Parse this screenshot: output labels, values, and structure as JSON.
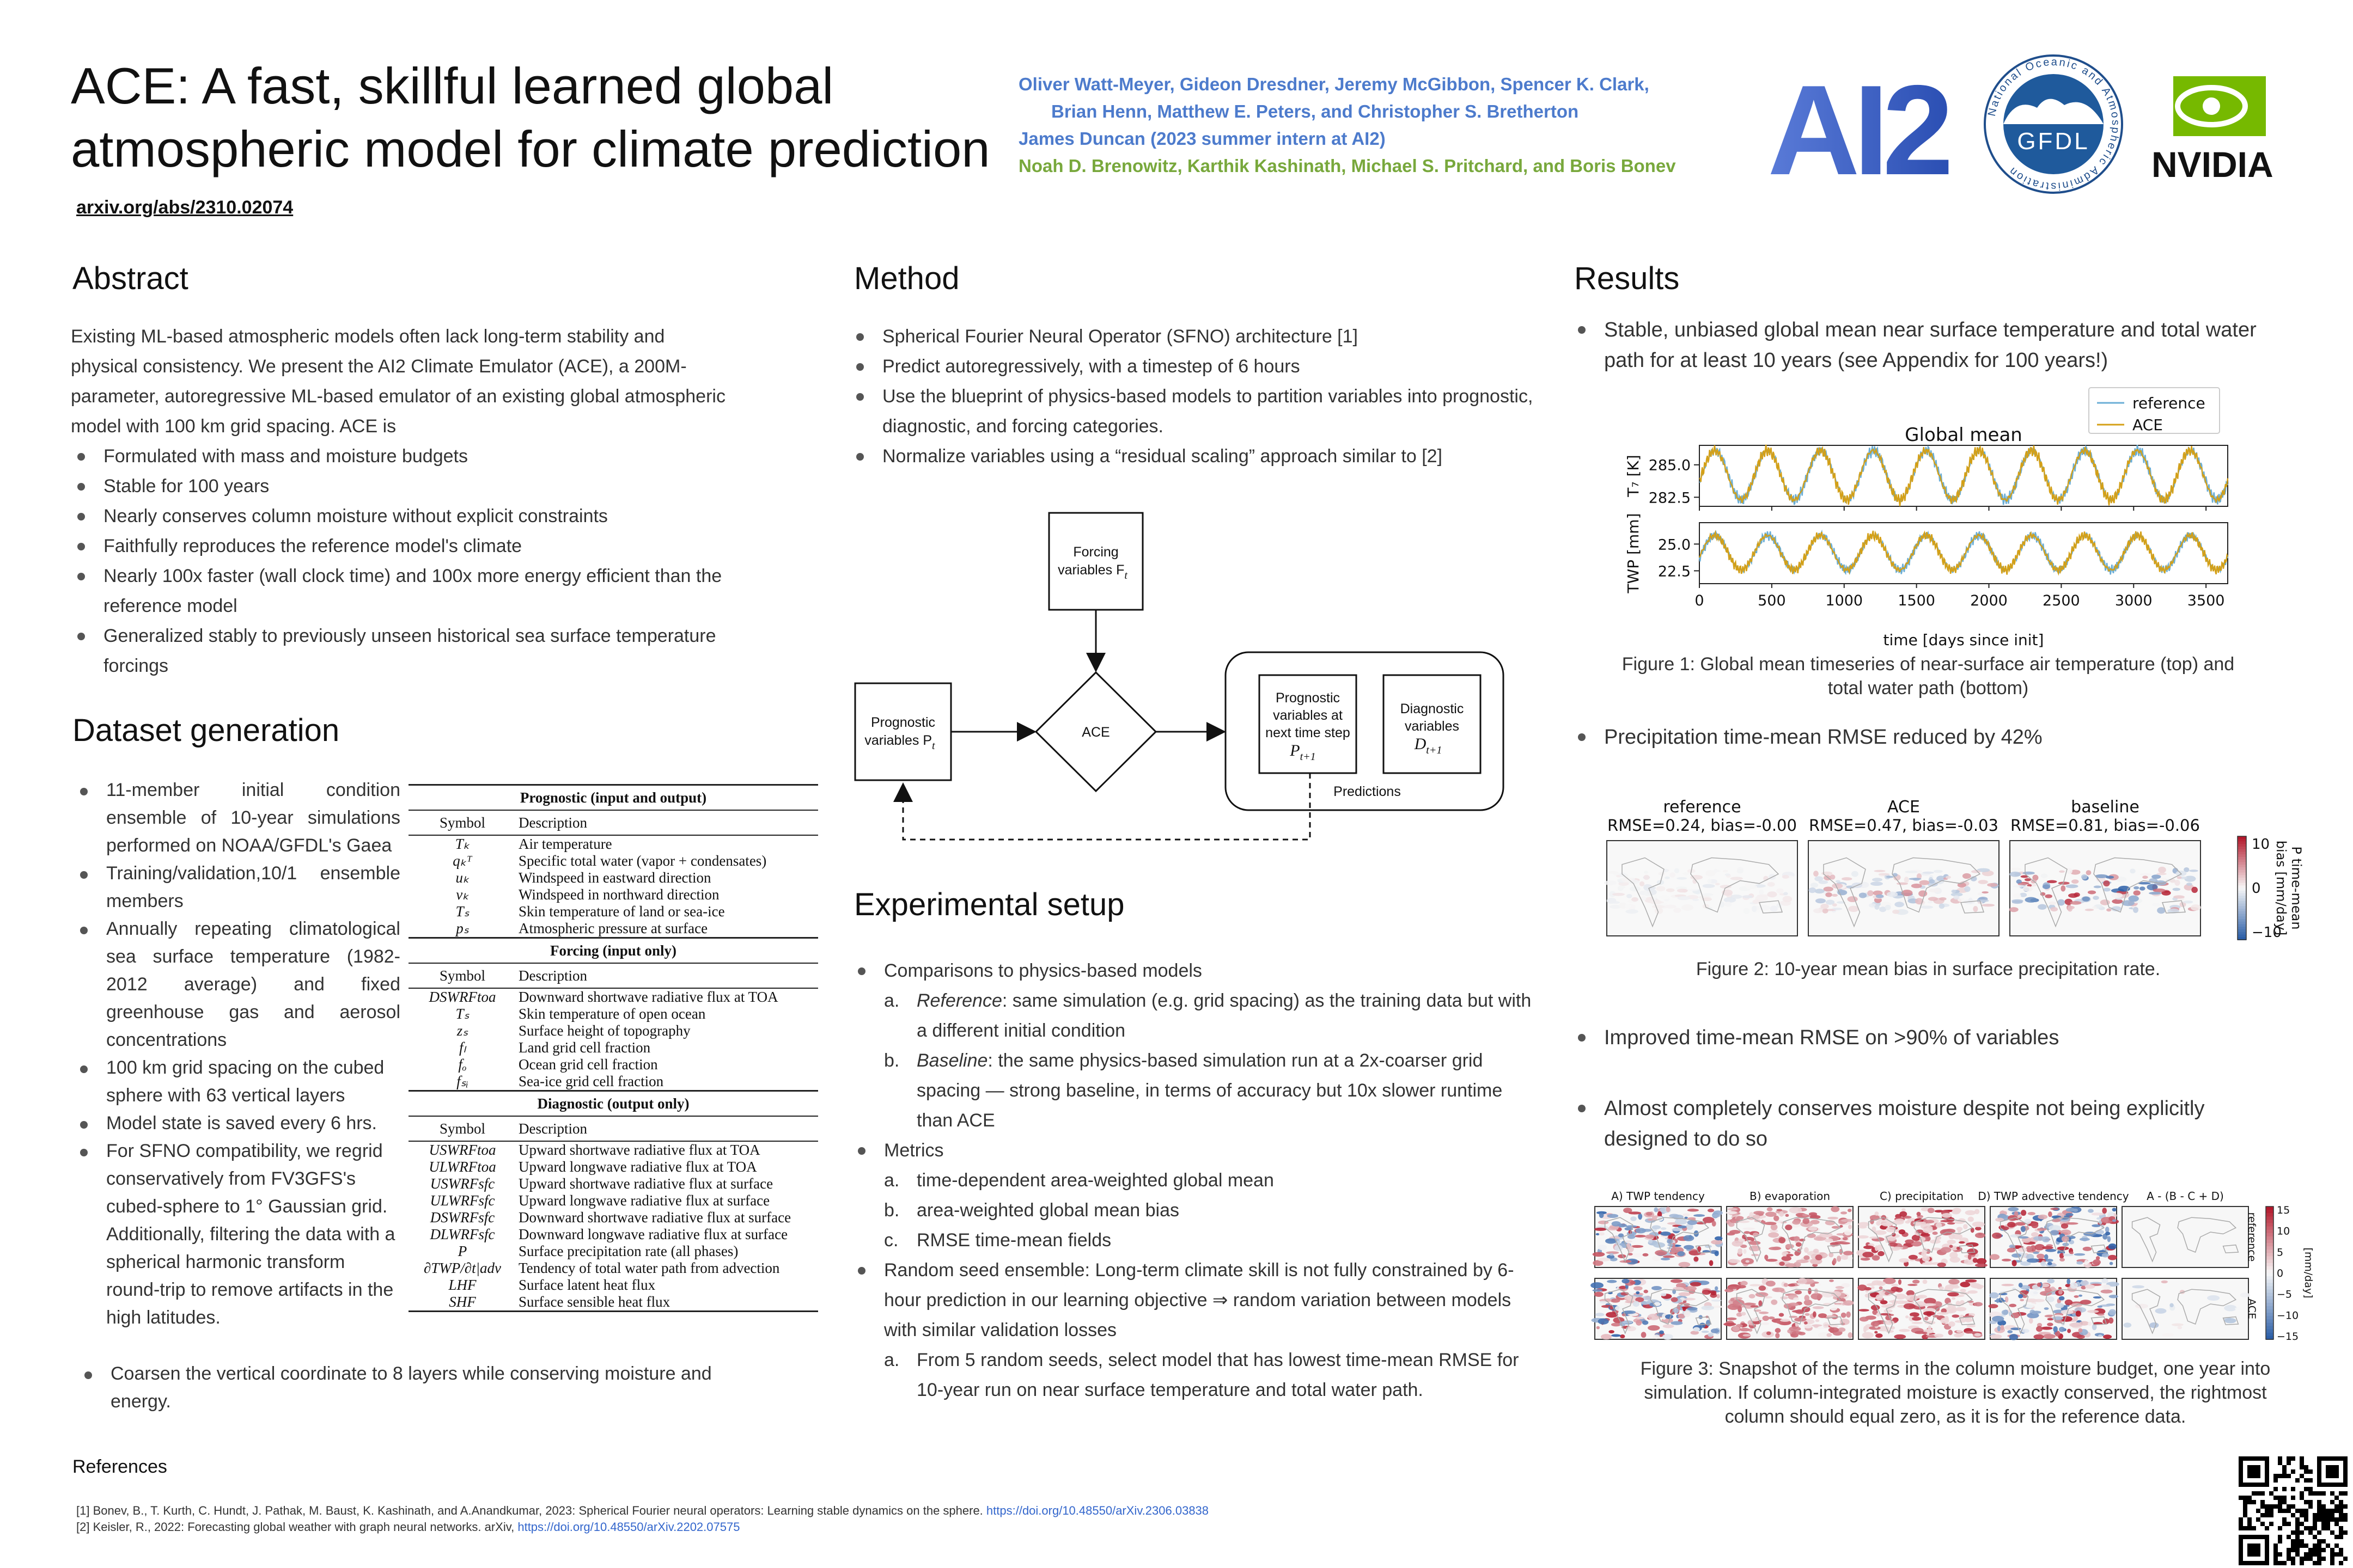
{
  "header": {
    "title_line1": "ACE: A fast, skillful learned global",
    "title_line2": "atmospheric model for climate prediction",
    "arxiv_link": "arxiv.org/abs/2310.02074",
    "authors_line1": "Oliver Watt-Meyer, Gideon Dresdner, Jeremy McGibbon, Spencer K. Clark,",
    "authors_line2": "Brian Henn, Matthew E. Peters, and Christopher S. Bretherton",
    "authors_line3": "James Duncan (2023 summer intern at AI2)",
    "authors_line4": "Noah D. Brenowitz, Karthik Kashinath, Michael S. Pritchard, and Boris Bonev",
    "logo_ai2": "AI2",
    "logo_gfdl": "GFDL",
    "logo_gfdl_ring": "National Oceanic and Atmospheric Administration",
    "logo_nvidia": "NVIDIA"
  },
  "abstract": {
    "heading": "Abstract",
    "para": "Existing ML-based atmospheric models often lack long-term stability and physical consistency. We present the AI2 Climate Emulator (ACE), a 200M-parameter, autoregressive ML-based emulator of an existing global atmospheric model with 100 km grid spacing. ACE is",
    "bullets": [
      "Formulated with mass and moisture budgets",
      "Stable for 100 years",
      "Nearly conserves column moisture without explicit constraints",
      "Faithfully reproduces the reference model's climate",
      "Nearly 100x faster (wall clock time) and 100x more energy efficient than the reference model",
      "Generalized stably to previously unseen historical sea surface temperature forcings"
    ]
  },
  "dataset": {
    "heading": "Dataset generation",
    "bullets": [
      "11-member initial condition ensemble of 10-year simulations performed on NOAA/GFDL's Gaea",
      "Training/validation,10/1 ensemble members",
      "Annually repeating climatological sea surface temperature (1982-2012 average) and fixed greenhouse gas and aerosol concentrations",
      "100 km grid spacing on the cubed sphere with 63 vertical layers",
      "Model state is saved every 6 hrs.",
      "For SFNO compatibility, we regrid conservatively from FV3GFS's cubed-sphere to 1° Gaussian grid. Additionally, filtering the data with a spherical harmonic transform round-trip to remove artifacts in the high latitudes."
    ],
    "last_bullet": "Coarsen the vertical coordinate to 8 layers while conserving moisture and energy."
  },
  "variables_table": {
    "col_symbol": "Symbol",
    "col_desc": "Description",
    "groups": [
      {
        "title": "Prognostic (input and output)",
        "rows": [
          [
            "Tₖ",
            "Air temperature"
          ],
          [
            "qₖᵀ",
            "Specific total water (vapor + condensates)"
          ],
          [
            "uₖ",
            "Windspeed in eastward direction"
          ],
          [
            "vₖ",
            "Windspeed in northward direction"
          ],
          [
            "Tₛ",
            "Skin temperature of land or sea-ice"
          ],
          [
            "pₛ",
            "Atmospheric pressure at surface"
          ]
        ]
      },
      {
        "title": "Forcing (input only)",
        "rows": [
          [
            "DSWRFtoa",
            "Downward shortwave radiative flux at TOA"
          ],
          [
            "Tₛ",
            "Skin temperature of open ocean"
          ],
          [
            "zₛ",
            "Surface height of topography"
          ],
          [
            "fₗ",
            "Land grid cell fraction"
          ],
          [
            "fₒ",
            "Ocean grid cell fraction"
          ],
          [
            "fₛᵢ",
            "Sea-ice grid cell fraction"
          ]
        ]
      },
      {
        "title": "Diagnostic (output only)",
        "rows": [
          [
            "USWRFtoa",
            "Upward shortwave radiative flux at TOA"
          ],
          [
            "ULWRFtoa",
            "Upward longwave radiative flux at TOA"
          ],
          [
            "USWRFsfc",
            "Upward shortwave radiative flux at surface"
          ],
          [
            "ULWRFsfc",
            "Upward longwave radiative flux at surface"
          ],
          [
            "DSWRFsfc",
            "Downward shortwave radiative flux at surface"
          ],
          [
            "DLWRFsfc",
            "Downward longwave radiative flux at surface"
          ],
          [
            "P",
            "Surface precipitation rate (all phases)"
          ],
          [
            "∂TWP/∂t|adv",
            "Tendency of total water path from advection"
          ],
          [
            "LHF",
            "Surface latent heat flux"
          ],
          [
            "SHF",
            "Surface sensible heat flux"
          ]
        ]
      }
    ]
  },
  "method": {
    "heading": "Method",
    "bullets": [
      "Spherical Fourier Neural Operator (SFNO) architecture [1]",
      "Predict autoregressively, with a timestep of 6 hours",
      "Use the blueprint of physics-based models to partition variables into prognostic, diagnostic, and forcing categories.",
      "Normalize variables using a “residual scaling” approach similar to [2]"
    ],
    "diagram": {
      "forcing_1": "Forcing",
      "forcing_2": "variables F",
      "forcing_sub": "t",
      "prognostic_1": "Prognostic",
      "prognostic_2": "variables P",
      "prognostic_sub": "t",
      "ace": "ACE",
      "next_1": "Prognostic",
      "next_2": "variables at",
      "next_3": "next time step",
      "next_4": "P",
      "next_sub": "t+1",
      "diag_1": "Diagnostic",
      "diag_2": "variables",
      "diag_3": "D",
      "diag_sub": "t+1",
      "predictions": "Predictions"
    }
  },
  "setup": {
    "heading": "Experimental setup",
    "b1": "Comparisons to physics-based models",
    "b1_a_em": "Reference",
    "b1_a": ": same simulation (e.g. grid spacing) as the training data but with a different initial condition",
    "b1_b_em": "Baseline",
    "b1_b": ": the same physics-based simulation run at a 2x-coarser grid spacing — strong baseline, in terms of accuracy but 10x slower runtime than ACE",
    "b2": "Metrics",
    "b2_items": [
      "time-dependent area-weighted global mean",
      "area-weighted global mean bias",
      "RMSE time-mean fields"
    ],
    "b3": "Random seed ensemble: Long-term climate skill is not fully constrained by 6-hour prediction in our learning objective ⇒ random variation between models with similar validation losses",
    "b3_a": "From 5 random seeds, select model that has lowest time-mean RMSE for 10-year run on near surface temperature and total water path.",
    "letters": [
      "a.",
      "b.",
      "c."
    ]
  },
  "results": {
    "heading": "Results",
    "b1": "Stable, unbiased global mean near surface temperature and total water path for at least 10 years (see Appendix for 100 years!)",
    "fig1_caption": "Figure 1: Global mean timeseries of near-surface air temperature (top) and total water path (bottom)",
    "b2": "Precipitation time-mean RMSE reduced by 42%",
    "fig2_caption": "Figure 2: 10-year mean bias in surface precipitation rate.",
    "b3": "Improved time-mean RMSE on >90% of variables",
    "b4": "Almost completely conserves moisture despite not being explicitly designed to do so",
    "fig3_caption": "Figure 3: Snapshot of the terms in the column moisture budget, one year into simulation. If column-integrated moisture is exactly conserved, the rightmost column should equal zero, as it is for the reference data."
  },
  "fig2": {
    "panels": [
      {
        "title": "reference",
        "stats": "RMSE=0.24, bias=-0.00"
      },
      {
        "title": "ACE",
        "stats": "RMSE=0.47, bias=-0.03"
      },
      {
        "title": "baseline",
        "stats": "RMSE=0.81, bias=-0.06"
      }
    ],
    "cbar_ticks": [
      "10",
      "0",
      "−10"
    ],
    "cbar_label_1": "P time-mean",
    "cbar_label_2": "bias [mm/day]",
    "colors": {
      "neg": "#2b5ea7",
      "mid": "#f7f7f7",
      "pos": "#b2182b"
    }
  },
  "fig3": {
    "panel_titles": [
      "A) TWP tendency",
      "B) evaporation",
      "C) precipitation",
      "D) TWP advective tendency",
      "A - (B - C + D)"
    ],
    "row_labels": [
      "reference",
      "ACE"
    ],
    "cbar_ticks": [
      "15",
      "10",
      "5",
      "0",
      "−5",
      "−10",
      "−15"
    ],
    "cbar_label": "[mm/day]"
  },
  "chart_data": {
    "type": "line",
    "title": "Global mean",
    "xlabel": "time [days since init]",
    "x_ticks": [
      0,
      500,
      1000,
      1500,
      2000,
      2500,
      3000,
      3500
    ],
    "xlim": [
      0,
      3650
    ],
    "legend": {
      "position": "top-right",
      "entries": [
        "reference",
        "ACE"
      ]
    },
    "series_colors": {
      "reference": "#6baed6",
      "ACE": "#d4a017"
    },
    "panels": [
      {
        "ylabel": "T₇ [K]",
        "y_ticks": [
          285.0,
          282.5
        ],
        "ylim": [
          281.8,
          286.5
        ],
        "mean": 284.2,
        "amplitude": 1.9,
        "period_days": 365
      },
      {
        "ylabel": "TWP [mm]",
        "y_ticks": [
          25.0,
          22.5
        ],
        "ylim": [
          21.3,
          27.0
        ],
        "mean": 24.2,
        "amplitude": 1.9,
        "period_days": 365
      }
    ]
  },
  "references": {
    "heading": "References",
    "r1_text": "[1] Bonev, B., T. Kurth, C. Hundt, J. Pathak, M. Baust, K. Kashinath, and A.Anandkumar, 2023: Spherical Fourier neural operators: Learning stable dynamics on the sphere. ",
    "r1_link": "https://doi.org/10.48550/arXiv.2306.03838",
    "r2_text": "[2] Keisler, R., 2022: Forecasting global weather with graph neural networks. arXiv, ",
    "r2_link": "https://doi.org/10.48550/arXiv.2202.07575"
  }
}
